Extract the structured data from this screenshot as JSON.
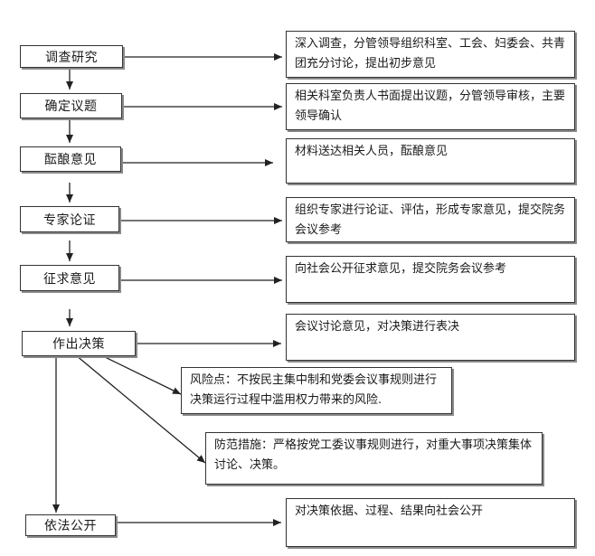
{
  "steps": [
    {
      "id": "research",
      "label": "调查研究"
    },
    {
      "id": "topic",
      "label": "确定议题"
    },
    {
      "id": "brew",
      "label": "酝酿意见"
    },
    {
      "id": "expert",
      "label": "专家论证"
    },
    {
      "id": "solicit",
      "label": "征求意见"
    },
    {
      "id": "decide",
      "label": "作出决策"
    },
    {
      "id": "publish",
      "label": "依法公开"
    }
  ],
  "details": [
    {
      "id": "research",
      "text": "深入调查，分管领导组织科室、工会、妇委会、共青团充分讨论，提出初步意见"
    },
    {
      "id": "topic",
      "text": "相关科室负责人书面提出议题，分管领导审核，主要领导确认"
    },
    {
      "id": "brew",
      "text": "材料送达相关人员，酝酿意见"
    },
    {
      "id": "expert",
      "text": "组织专家进行论证、评估，形成专家意见，提交院务会议参考"
    },
    {
      "id": "solicit",
      "text": "向社会公开征求意见，提交院务会议参考"
    },
    {
      "id": "decide",
      "text": "会议讨论意见，对决策进行表决"
    },
    {
      "id": "publish",
      "text": "对决策依据、过程、结果向社会公开"
    }
  ],
  "risk": {
    "text": "风险点：不按民主集中制和党委会议事规则进行决策运行过程中滥用权力带来的风险."
  },
  "prevention": {
    "text": "防范措施：严格按党工委议事规则进行，对重大事项决策集体讨论、决策。"
  },
  "colors": {
    "line": "#333333",
    "shadow": "#8a8a8a",
    "text": "#1a1a1a"
  }
}
